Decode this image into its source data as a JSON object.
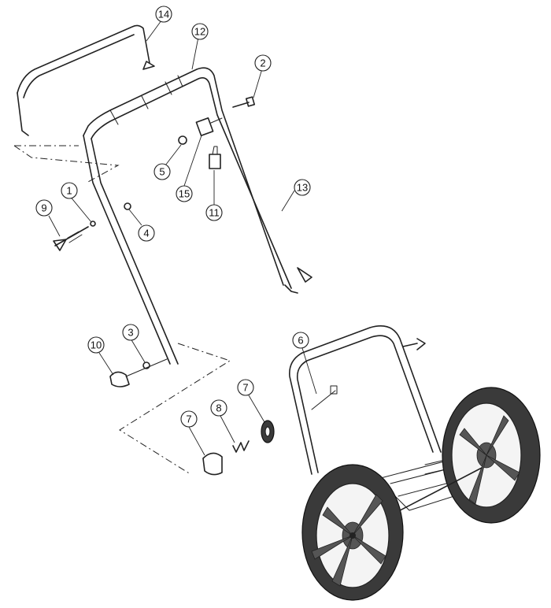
{
  "callouts": [
    {
      "id": "1",
      "label": "1"
    },
    {
      "id": "2",
      "label": "2"
    },
    {
      "id": "3",
      "label": "3"
    },
    {
      "id": "4",
      "label": "4"
    },
    {
      "id": "5",
      "label": "5"
    },
    {
      "id": "6",
      "label": "6"
    },
    {
      "id": "7a",
      "label": "7"
    },
    {
      "id": "7b",
      "label": "7"
    },
    {
      "id": "8",
      "label": "8"
    },
    {
      "id": "9",
      "label": "9"
    },
    {
      "id": "10",
      "label": "10"
    },
    {
      "id": "11",
      "label": "11"
    },
    {
      "id": "12",
      "label": "12"
    },
    {
      "id": "13",
      "label": "13"
    },
    {
      "id": "14",
      "label": "14"
    },
    {
      "id": "15",
      "label": "15"
    }
  ]
}
